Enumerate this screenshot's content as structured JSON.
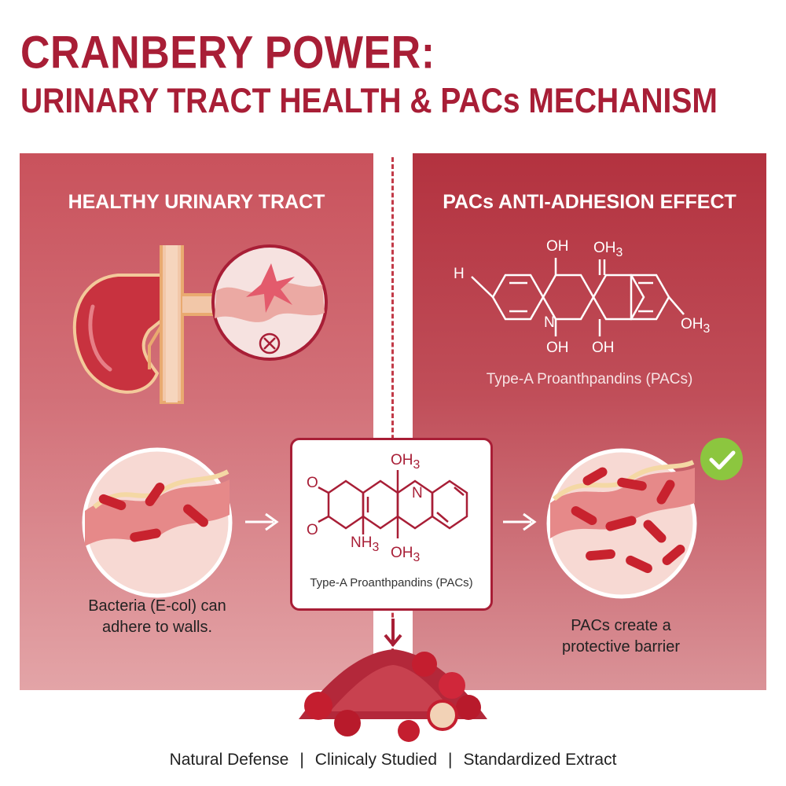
{
  "title": {
    "main": "CRANBERY POWER:",
    "sub": "URINARY TRACT HEALTH & PACs MECHANISM"
  },
  "left_panel": {
    "heading": "HEALTHY URINARY TRACT",
    "caption_line1": "Bacteria (E-col) can",
    "caption_line2": "adhere to walls."
  },
  "right_panel": {
    "heading": "PACs ANTI-ADHESION EFFECT",
    "molecule_label": "Type-A Proanthpandins (PACs)",
    "atoms": {
      "oh_top": "OH",
      "o_top": "OH",
      "o_top_sub": "3",
      "h_left": "H",
      "oh_right": "OH",
      "oh_right_sub": "3",
      "oh_bottom_left": "OH",
      "oh_bottom_right": "OH",
      "n": "N"
    },
    "caption_line1": "PACs create a",
    "caption_line2": "protective barrier"
  },
  "center_box": {
    "molecule_label": "Type-A Proanthpandins (PACs)",
    "atoms": {
      "oh_top": "OH",
      "oh_top_sub": "3",
      "o_upper": "O",
      "o_lower": "O",
      "nh": "NH",
      "nh_sub": "3",
      "oh_bottom": "OH",
      "oh_bottom_sub": "3",
      "n": "N"
    }
  },
  "footer": {
    "items": [
      "Natural Defense",
      "Clinicaly Studied",
      "Standardized Extract"
    ],
    "separator": "|"
  },
  "colors": {
    "brand_red": "#a81e36",
    "panel_left": "#c9525c",
    "panel_right": "#b3323f",
    "check_green": "#8cc63f"
  }
}
